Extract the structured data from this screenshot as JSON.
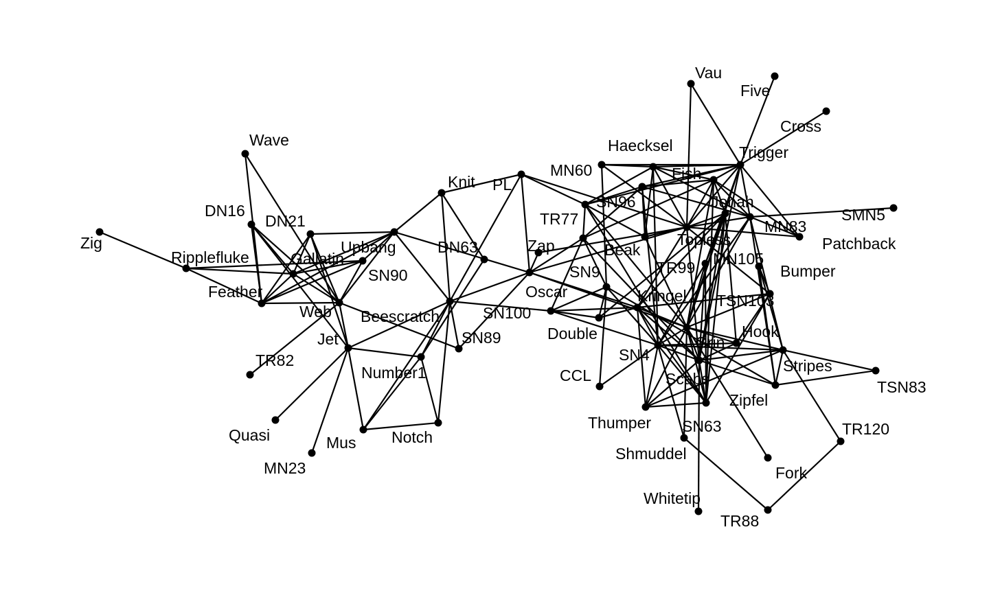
{
  "nodes": [
    {
      "id": "Zig"
    },
    {
      "id": "Ripplefluke"
    },
    {
      "id": "Wave"
    },
    {
      "id": "DN16"
    },
    {
      "id": "DN21"
    },
    {
      "id": "Gallatin"
    },
    {
      "id": "Feather"
    },
    {
      "id": "Upbang"
    },
    {
      "id": "SN90"
    },
    {
      "id": "Web"
    },
    {
      "id": "Jet"
    },
    {
      "id": "TR82"
    },
    {
      "id": "Quasi"
    },
    {
      "id": "MN23"
    },
    {
      "id": "Mus"
    },
    {
      "id": "Notch"
    },
    {
      "id": "Number1"
    },
    {
      "id": "Beescratch"
    },
    {
      "id": "SN89"
    },
    {
      "id": "DN63"
    },
    {
      "id": "Knit"
    },
    {
      "id": "PL"
    },
    {
      "id": "Oscar"
    },
    {
      "id": "SN100"
    },
    {
      "id": "Zap"
    },
    {
      "id": "TR77"
    },
    {
      "id": "SN9"
    },
    {
      "id": "Double"
    },
    {
      "id": "CCL"
    },
    {
      "id": "MN60"
    },
    {
      "id": "SN96"
    },
    {
      "id": "Beak"
    },
    {
      "id": "Haecksel"
    },
    {
      "id": "Fish"
    },
    {
      "id": "Vau"
    },
    {
      "id": "Trigger"
    },
    {
      "id": "Five"
    },
    {
      "id": "Cross"
    },
    {
      "id": "Jonah"
    },
    {
      "id": "MN83"
    },
    {
      "id": "SMN5"
    },
    {
      "id": "Patchback"
    },
    {
      "id": "Topless"
    },
    {
      "id": "MN105"
    },
    {
      "id": "TR99"
    },
    {
      "id": "Bumper"
    },
    {
      "id": "Kringel"
    },
    {
      "id": "TSN103"
    },
    {
      "id": "Hook"
    },
    {
      "id": "Grin"
    },
    {
      "id": "SN4"
    },
    {
      "id": "Stripes"
    },
    {
      "id": "TSN83"
    },
    {
      "id": "Scabs"
    },
    {
      "id": "Zipfel"
    },
    {
      "id": "Thumper"
    },
    {
      "id": "SN63"
    },
    {
      "id": "Shmuddel"
    },
    {
      "id": "TR120"
    },
    {
      "id": "Fork"
    },
    {
      "id": "TR88"
    },
    {
      "id": "Whitetip"
    }
  ],
  "edges": [
    [
      "Zig",
      "Ripplefluke"
    ],
    [
      "Ripplefluke",
      "Feather"
    ],
    [
      "Ripplefluke",
      "Gallatin"
    ],
    [
      "Ripplefluke",
      "SN90"
    ],
    [
      "Wave",
      "Feather"
    ],
    [
      "Wave",
      "Web"
    ],
    [
      "DN16",
      "Feather"
    ],
    [
      "DN16",
      "Gallatin"
    ],
    [
      "DN16",
      "Web"
    ],
    [
      "DN16",
      "Jet"
    ],
    [
      "DN21",
      "Feather"
    ],
    [
      "DN21",
      "Gallatin"
    ],
    [
      "DN21",
      "Web"
    ],
    [
      "DN21",
      "Jet"
    ],
    [
      "DN21",
      "Upbang"
    ],
    [
      "Gallatin",
      "Feather"
    ],
    [
      "Gallatin",
      "Upbang"
    ],
    [
      "Gallatin",
      "SN90"
    ],
    [
      "Gallatin",
      "Web"
    ],
    [
      "Feather",
      "Web"
    ],
    [
      "Feather",
      "Upbang"
    ],
    [
      "Feather",
      "SN90"
    ],
    [
      "Web",
      "Jet"
    ],
    [
      "Web",
      "SN90"
    ],
    [
      "Web",
      "Upbang"
    ],
    [
      "Web",
      "SN89"
    ],
    [
      "Web",
      "TR82"
    ],
    [
      "Jet",
      "Quasi"
    ],
    [
      "Jet",
      "MN23"
    ],
    [
      "Jet",
      "Mus"
    ],
    [
      "Jet",
      "Number1"
    ],
    [
      "Jet",
      "Beescratch"
    ],
    [
      "SN90",
      "Upbang"
    ],
    [
      "Upbang",
      "Knit"
    ],
    [
      "Upbang",
      "Beescratch"
    ],
    [
      "Upbang",
      "Oscar"
    ],
    [
      "Mus",
      "Notch"
    ],
    [
      "Mus",
      "Number1"
    ],
    [
      "Mus",
      "Beescratch"
    ],
    [
      "Number1",
      "Notch"
    ],
    [
      "Number1",
      "Beescratch"
    ],
    [
      "Number1",
      "DN63"
    ],
    [
      "Notch",
      "Beescratch"
    ],
    [
      "Knit",
      "PL"
    ],
    [
      "Knit",
      "Beescratch"
    ],
    [
      "Knit",
      "DN63"
    ],
    [
      "PL",
      "Beescratch"
    ],
    [
      "PL",
      "Oscar"
    ],
    [
      "PL",
      "SN96"
    ],
    [
      "PL",
      "Topless"
    ],
    [
      "Beescratch",
      "Oscar"
    ],
    [
      "Beescratch",
      "SN100"
    ],
    [
      "Beescratch",
      "SN89"
    ],
    [
      "SN89",
      "Oscar"
    ],
    [
      "Oscar",
      "TR77"
    ],
    [
      "Oscar",
      "Zap"
    ],
    [
      "Oscar",
      "Topless"
    ],
    [
      "Oscar",
      "Kringel"
    ],
    [
      "Oscar",
      "Grin"
    ],
    [
      "SN100",
      "Double"
    ],
    [
      "SN100",
      "TR77"
    ],
    [
      "SN100",
      "SN9"
    ],
    [
      "SN100",
      "SN4"
    ],
    [
      "SN100",
      "Kringel"
    ],
    [
      "Zap",
      "Topless"
    ],
    [
      "TR77",
      "SN96"
    ],
    [
      "TR77",
      "SN9"
    ],
    [
      "TR77",
      "Jonah"
    ],
    [
      "TR77",
      "Fish"
    ],
    [
      "TR77",
      "Scabs"
    ],
    [
      "SN9",
      "CCL"
    ],
    [
      "SN9",
      "Double"
    ],
    [
      "SN9",
      "SN4"
    ],
    [
      "SN9",
      "Zipfel"
    ],
    [
      "SN9",
      "MN60"
    ],
    [
      "Double",
      "Kringel"
    ],
    [
      "Double",
      "MN105"
    ],
    [
      "CCL",
      "SN4"
    ],
    [
      "MN60",
      "Trigger"
    ],
    [
      "MN60",
      "Topless"
    ],
    [
      "MN60",
      "Haecksel"
    ],
    [
      "SN96",
      "Beak"
    ],
    [
      "SN96",
      "Haecksel"
    ],
    [
      "SN96",
      "Trigger"
    ],
    [
      "SN96",
      "Fish"
    ],
    [
      "SN96",
      "SN63"
    ],
    [
      "SN96",
      "Grin"
    ],
    [
      "Beak",
      "Topless"
    ],
    [
      "Beak",
      "Fish"
    ],
    [
      "Beak",
      "Grin"
    ],
    [
      "Haecksel",
      "Trigger"
    ],
    [
      "Haecksel",
      "Jonah"
    ],
    [
      "Haecksel",
      "Topless"
    ],
    [
      "Haecksel",
      "MN83"
    ],
    [
      "Haecksel",
      "Beak"
    ],
    [
      "Haecksel",
      "SN4"
    ],
    [
      "Fish",
      "Jonah"
    ],
    [
      "Fish",
      "MN83"
    ],
    [
      "Fish",
      "Trigger"
    ],
    [
      "Fish",
      "SN4"
    ],
    [
      "Vau",
      "Trigger"
    ],
    [
      "Vau",
      "Topless"
    ],
    [
      "Trigger",
      "Five"
    ],
    [
      "Trigger",
      "Cross"
    ],
    [
      "Trigger",
      "Jonah"
    ],
    [
      "Trigger",
      "MN83"
    ],
    [
      "Trigger",
      "Patchback"
    ],
    [
      "Trigger",
      "Topless"
    ],
    [
      "Trigger",
      "Grin"
    ],
    [
      "Trigger",
      "Scabs"
    ],
    [
      "Trigger",
      "TR99"
    ],
    [
      "Jonah",
      "MN83"
    ],
    [
      "Jonah",
      "Topless"
    ],
    [
      "Jonah",
      "MN105"
    ],
    [
      "Jonah",
      "Grin"
    ],
    [
      "Jonah",
      "Patchback"
    ],
    [
      "Jonah",
      "SN63"
    ],
    [
      "MN83",
      "SMN5"
    ],
    [
      "MN83",
      "Patchback"
    ],
    [
      "MN83",
      "Topless"
    ],
    [
      "MN83",
      "Stripes"
    ],
    [
      "MN83",
      "Zipfel"
    ],
    [
      "MN83",
      "SN4"
    ],
    [
      "MN83",
      "Grin"
    ],
    [
      "Topless",
      "MN105"
    ],
    [
      "Topless",
      "TSN103"
    ],
    [
      "Topless",
      "Kringel"
    ],
    [
      "Topless",
      "Patchback"
    ],
    [
      "Topless",
      "Scabs"
    ],
    [
      "MN105",
      "TR99"
    ],
    [
      "MN105",
      "Hook"
    ],
    [
      "MN105",
      "Scabs"
    ],
    [
      "MN105",
      "Grin"
    ],
    [
      "MN105",
      "SN63"
    ],
    [
      "MN105",
      "Kringel"
    ],
    [
      "TR99",
      "SN4"
    ],
    [
      "TR99",
      "Grin"
    ],
    [
      "TR99",
      "Scabs"
    ],
    [
      "TR99",
      "SN63"
    ],
    [
      "Bumper",
      "TSN103"
    ],
    [
      "Bumper",
      "Zipfel"
    ],
    [
      "Bumper",
      "Stripes"
    ],
    [
      "Kringel",
      "SN4"
    ],
    [
      "Kringel",
      "Grin"
    ],
    [
      "Kringel",
      "Thumper"
    ],
    [
      "Kringel",
      "Scabs"
    ],
    [
      "Kringel",
      "SN63"
    ],
    [
      "Kringel",
      "TSN103"
    ],
    [
      "TSN103",
      "Hook"
    ],
    [
      "TSN103",
      "SN63"
    ],
    [
      "TSN103",
      "Grin"
    ],
    [
      "Hook",
      "SN4"
    ],
    [
      "Hook",
      "Scabs"
    ],
    [
      "Hook",
      "Grin"
    ],
    [
      "Grin",
      "SN4"
    ],
    [
      "Grin",
      "Stripes"
    ],
    [
      "Grin",
      "Scabs"
    ],
    [
      "Grin",
      "Thumper"
    ],
    [
      "Grin",
      "SN63"
    ],
    [
      "Grin",
      "Shmuddel"
    ],
    [
      "Grin",
      "Fork"
    ],
    [
      "SN4",
      "Stripes"
    ],
    [
      "SN4",
      "Scabs"
    ],
    [
      "SN4",
      "Shmuddel"
    ],
    [
      "SN4",
      "SN63"
    ],
    [
      "SN4",
      "Thumper"
    ],
    [
      "Stripes",
      "TSN83"
    ],
    [
      "Stripes",
      "Scabs"
    ],
    [
      "Stripes",
      "TR120"
    ],
    [
      "Stripes",
      "Zipfel"
    ],
    [
      "Stripes",
      "Thumper"
    ],
    [
      "Zipfel",
      "TSN83"
    ],
    [
      "Scabs",
      "SN63"
    ],
    [
      "Scabs",
      "Thumper"
    ],
    [
      "Scabs",
      "Whitetip"
    ],
    [
      "Scabs",
      "Zipfel"
    ],
    [
      "Thumper",
      "SN63"
    ],
    [
      "Shmuddel",
      "TR88"
    ],
    [
      "TR88",
      "TR120"
    ]
  ]
}
